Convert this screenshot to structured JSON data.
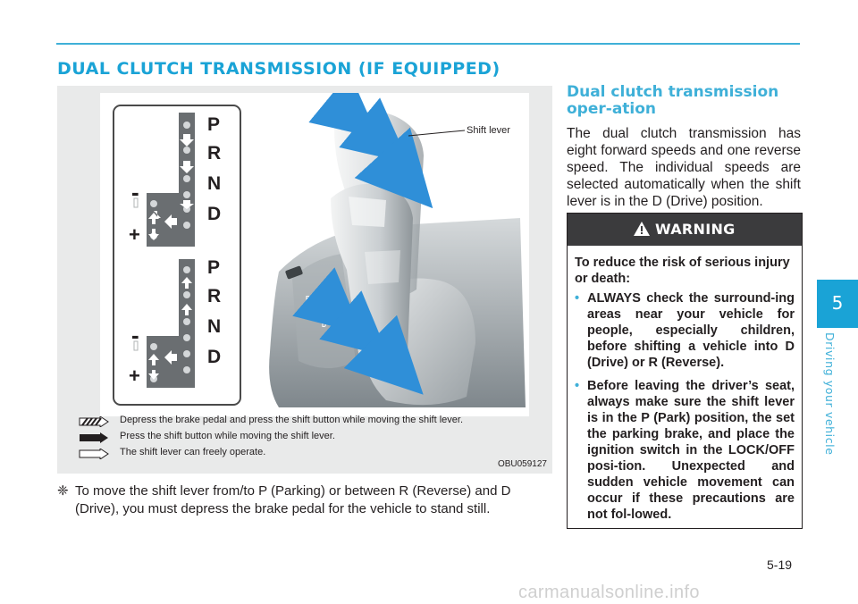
{
  "section": {
    "title": "DUAL CLUTCH TRANSMISSION (IF EQUIPPED)"
  },
  "figure": {
    "callout": "Shift lever",
    "gates": [
      {
        "letters": [
          "P",
          "R",
          "N",
          "D"
        ],
        "minus": "-",
        "plus": "+"
      },
      {
        "letters": [
          "P",
          "R",
          "N",
          "D"
        ],
        "minus": "-",
        "plus": "+"
      }
    ],
    "legend": [
      {
        "icon": "hatched-arrow-icon",
        "text": "Depress the brake pedal and press the shift button while moving the shift lever."
      },
      {
        "icon": "solid-arrow-icon",
        "text": "Press the shift button while moving the shift lever."
      },
      {
        "icon": "outline-arrow-icon",
        "text": "The shift lever can freely operate."
      }
    ],
    "code": "OBU059127"
  },
  "note": {
    "mark": "❈",
    "text": "To move the shift lever from/to P (Parking) or between R (Reverse) and D (Drive), you must depress the brake pedal for the vehicle to stand still."
  },
  "subsection": {
    "title": "Dual clutch transmission oper-ation",
    "body": "The dual clutch transmission has eight forward speeds and one reverse speed. The individual speeds are selected automatically when the shift lever is in the D (Drive) position."
  },
  "warning": {
    "title": "WARNING",
    "intro": "To reduce the risk of serious injury or death:",
    "items": [
      "ALWAYS check the surround-ing areas near your vehicle for people, especially children, before shifting a vehicle into D (Drive) or R (Reverse).",
      "Before leaving the driver’s seat, always make sure the shift lever is in the P (Park) position, the set the parking brake, and place the ignition switch in the LOCK/OFF posi-tion. Unexpected and sudden vehicle movement can occur if these precautions are not fol-lowed."
    ]
  },
  "chapter": {
    "number": "5",
    "label": "Driving your vehicle"
  },
  "page": {
    "number": "5-19"
  },
  "watermark": "carmanualsonline.info",
  "colors": {
    "accent": "#1aa3d6",
    "accent_light": "#3fb0d8",
    "warning_header": "#3b3b3d",
    "arrow_blue": "#2f8fd8"
  }
}
